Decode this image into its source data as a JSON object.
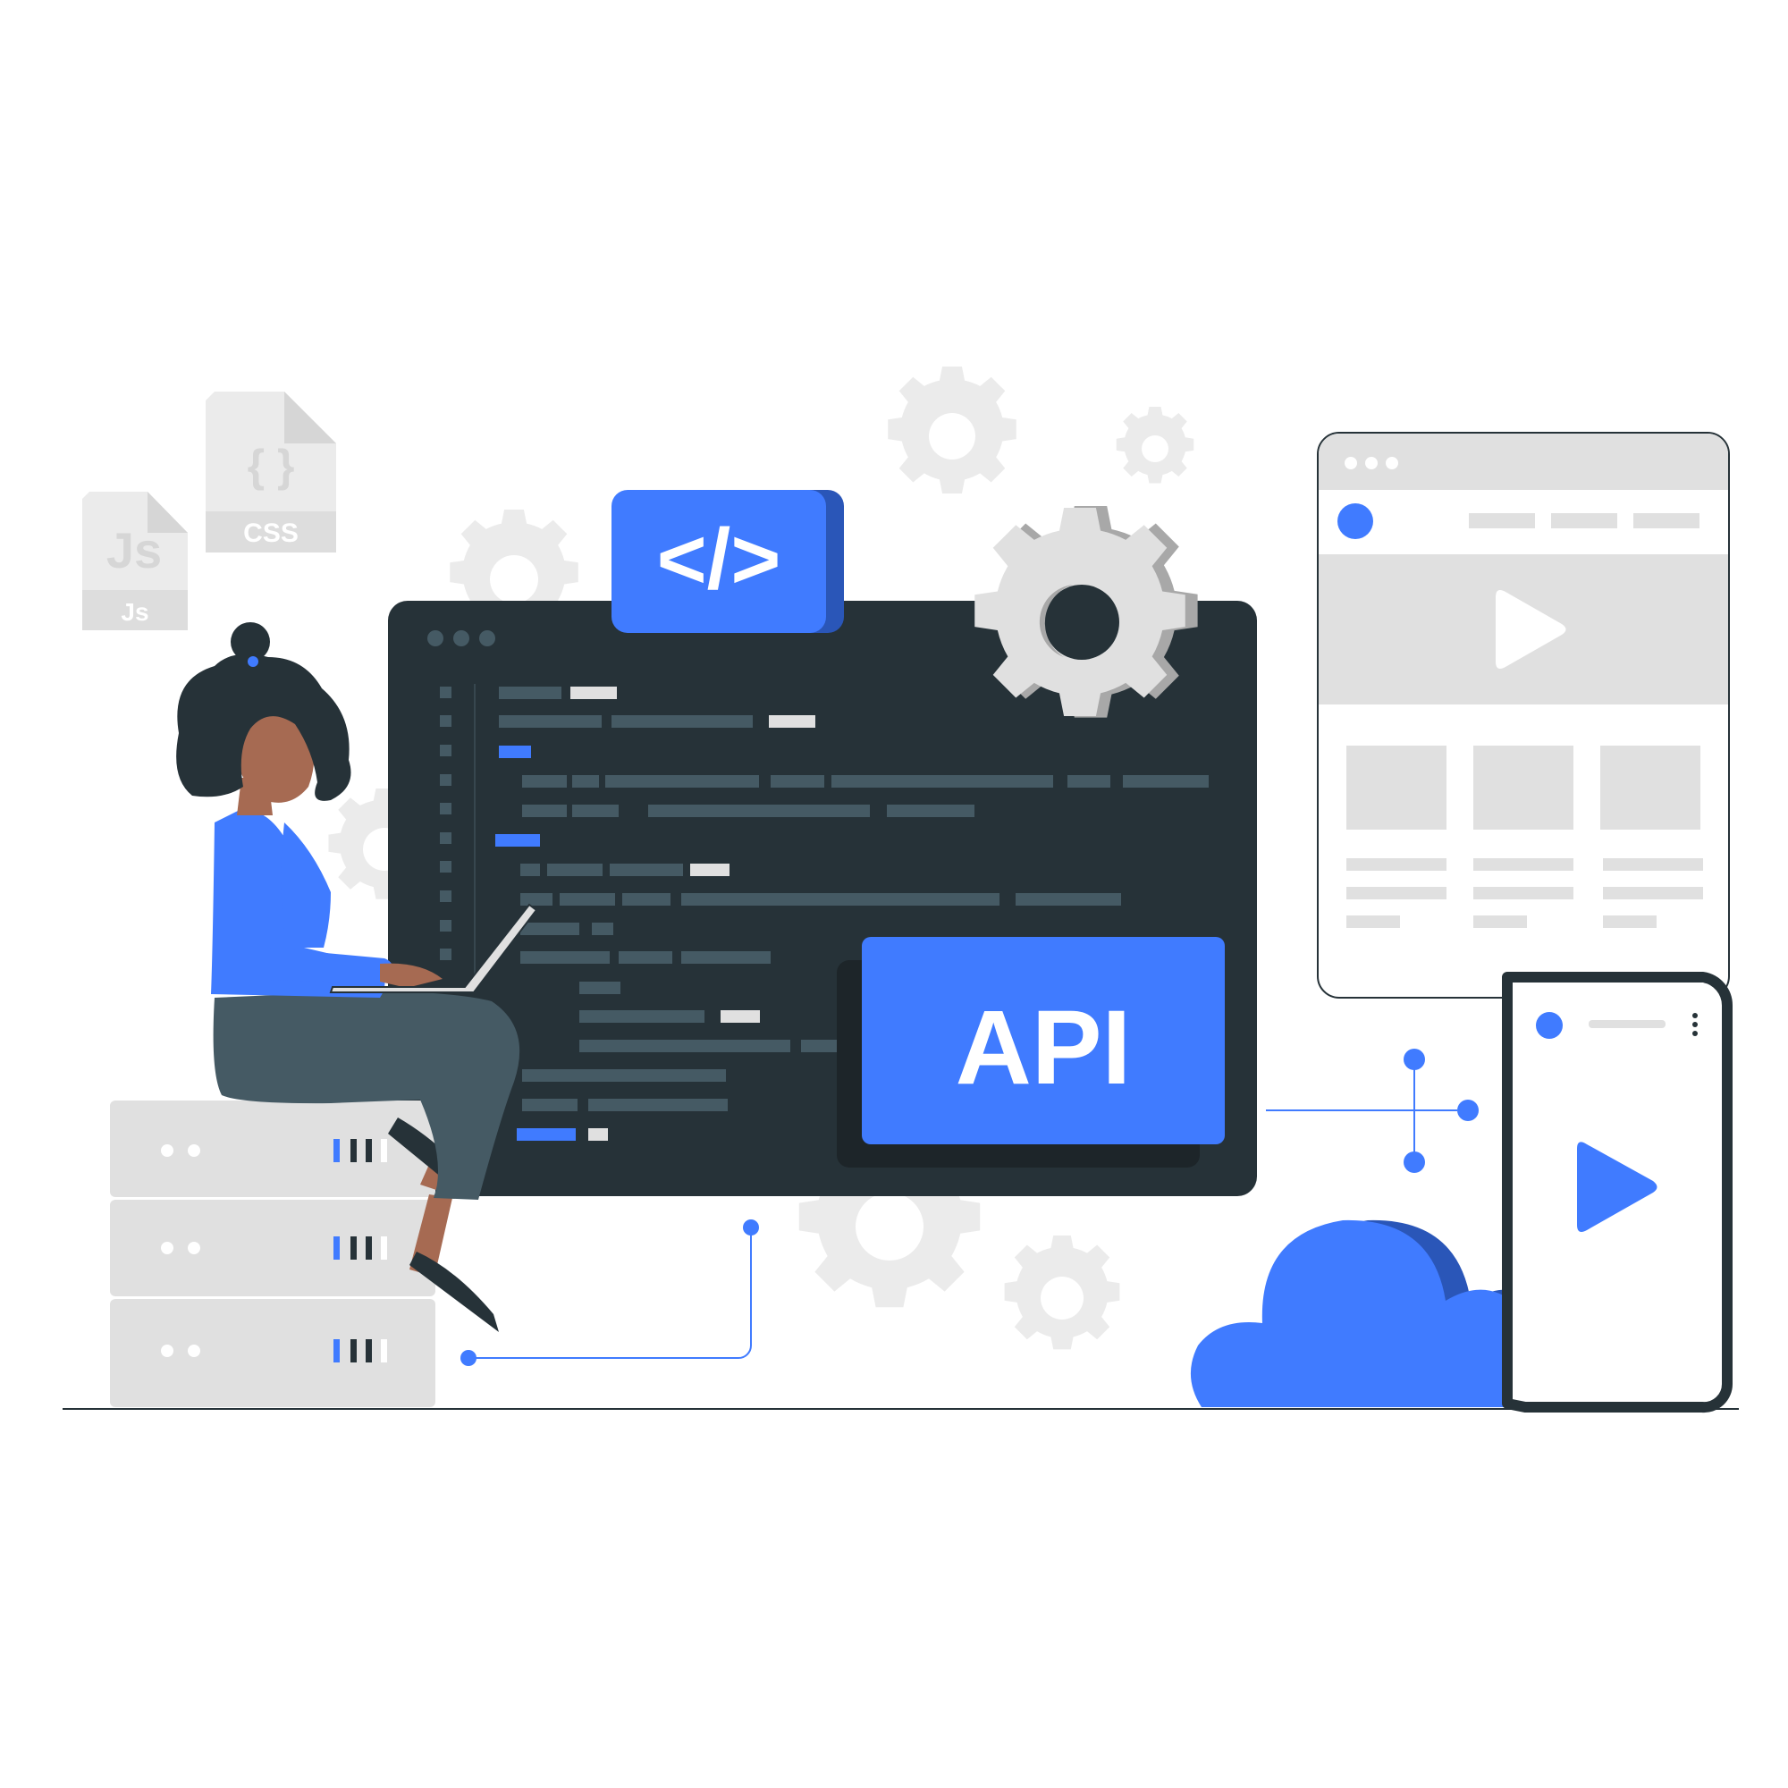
{
  "colors": {
    "accent": "#407BFF",
    "accent_dark": "#2A56B8",
    "editor_bg": "#263238",
    "code_line": "#455A64",
    "light_gray": "#E0E0E0",
    "mid_gray": "#BDBDBD",
    "skin": "#A66A52",
    "hair": "#263238"
  },
  "files": {
    "js_label": "Js",
    "js_icon_text": "Js",
    "css_label": "CSS",
    "css_icon_text": "{ }"
  },
  "code_badge": {
    "text": "</>"
  },
  "api_card": {
    "text": "API"
  },
  "icons": [
    "gear-icon",
    "code-icon",
    "play-icon",
    "kebab-menu-icon",
    "cloud-icon",
    "server-icon",
    "laptop-icon",
    "js-file-icon",
    "css-file-icon"
  ]
}
